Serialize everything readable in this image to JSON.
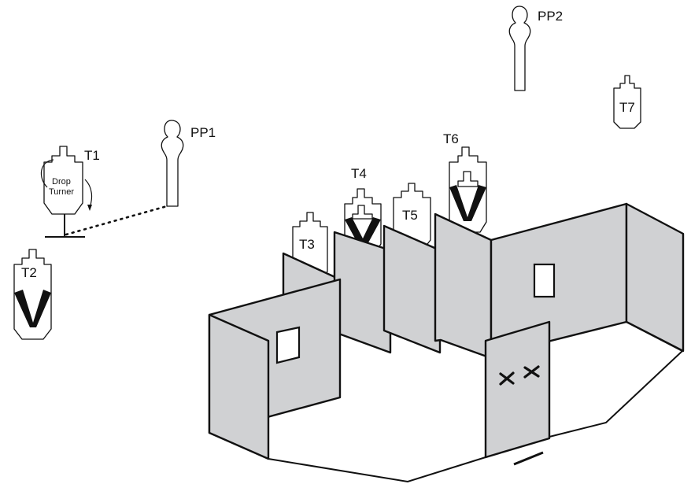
{
  "targets": {
    "t1": "T1",
    "t2": "T2",
    "t3": "T3",
    "t4": "T4",
    "t5": "T5",
    "t6": "T6",
    "t7": "T7"
  },
  "poppers": {
    "pp1": "PP1",
    "pp2": "PP2"
  },
  "drop_turner": {
    "line1": "Drop",
    "line2": "Turner"
  },
  "colors": {
    "wall_fill": "#d0d1d3",
    "stroke": "#111111",
    "no_shoot": "#111111"
  }
}
